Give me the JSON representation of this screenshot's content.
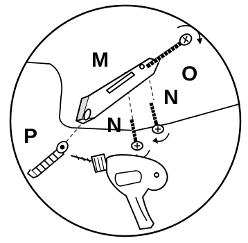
{
  "callouts": {
    "m": "M",
    "n_right": "N",
    "n_left": "N",
    "o": "O",
    "p": "P"
  },
  "colors": {
    "ink": "#000000",
    "paper": "#ffffff"
  }
}
